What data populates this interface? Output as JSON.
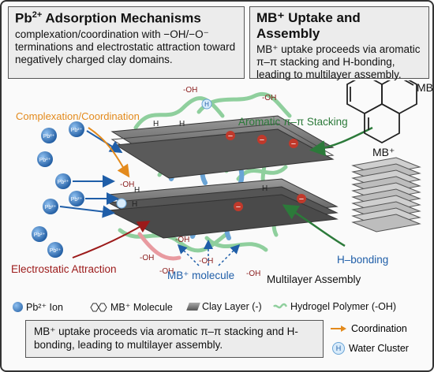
{
  "left_box": {
    "title_main": "Pb",
    "title_sup": "2+",
    "title_rest": " Adsorption Mechanisms",
    "body": "complexation/coordination with −OH/−O⁻ terminations and electrostatic attraction toward negatively charged clay domains."
  },
  "right_box": {
    "title": "MB⁺ Uptake and Assembly",
    "body": "MB⁺ uptake proceeds via aromatic π–π stacking and H-bonding, leading to multilayer assembly."
  },
  "labels": {
    "complexation": "Complexation/Coordination",
    "electrostatic": "Electrostatic Attraction",
    "aromatic": "Aromatic π–π Stacking",
    "hbonding": "H–bonding",
    "mb_molecule": "MB⁺ molecule",
    "multilayer": "Multilayer Assembly",
    "mb_top": "MB⁺",
    "mb_bottom": "MB⁺",
    "pb_ion": "Pb²⁺",
    "oh": "-OH",
    "h": "H",
    "minus": "−",
    "water_h": "H"
  },
  "legend": {
    "pb": "Pb²⁺ Ion",
    "mb": "MB⁺ Molecule",
    "clay": "Clay Layer (-)",
    "hydrogel": "Hydrogel Polymer (-OH)",
    "coordination": "Coordination",
    "water": "Water Cluster"
  },
  "bottom_text": "MB⁺ uptake proceeds via aromatic π–π stacking and H-bonding, leading to multilayer assembly.",
  "colors": {
    "orange": "#e38a1c",
    "red": "#9c1a1a",
    "green": "#2c7a3a",
    "blue": "#1f5ea8",
    "ion": "#2f6fb8",
    "clay": "#6e6e6e",
    "hydrogel": "#8fcf9d"
  }
}
